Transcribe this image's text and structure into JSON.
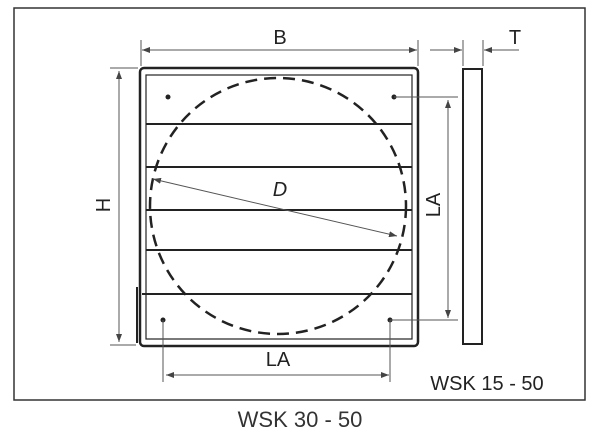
{
  "labels": {
    "width": "B",
    "thickness": "T",
    "height": "H",
    "diameter": "D",
    "hole_spacing_vertical": "LA",
    "hole_spacing_horizontal": "LA",
    "inner_model": "WSK 15 - 50"
  },
  "caption": "WSK 30 - 50",
  "colors": {
    "line": "#222222",
    "dim": "#555555",
    "border": "#333333"
  }
}
